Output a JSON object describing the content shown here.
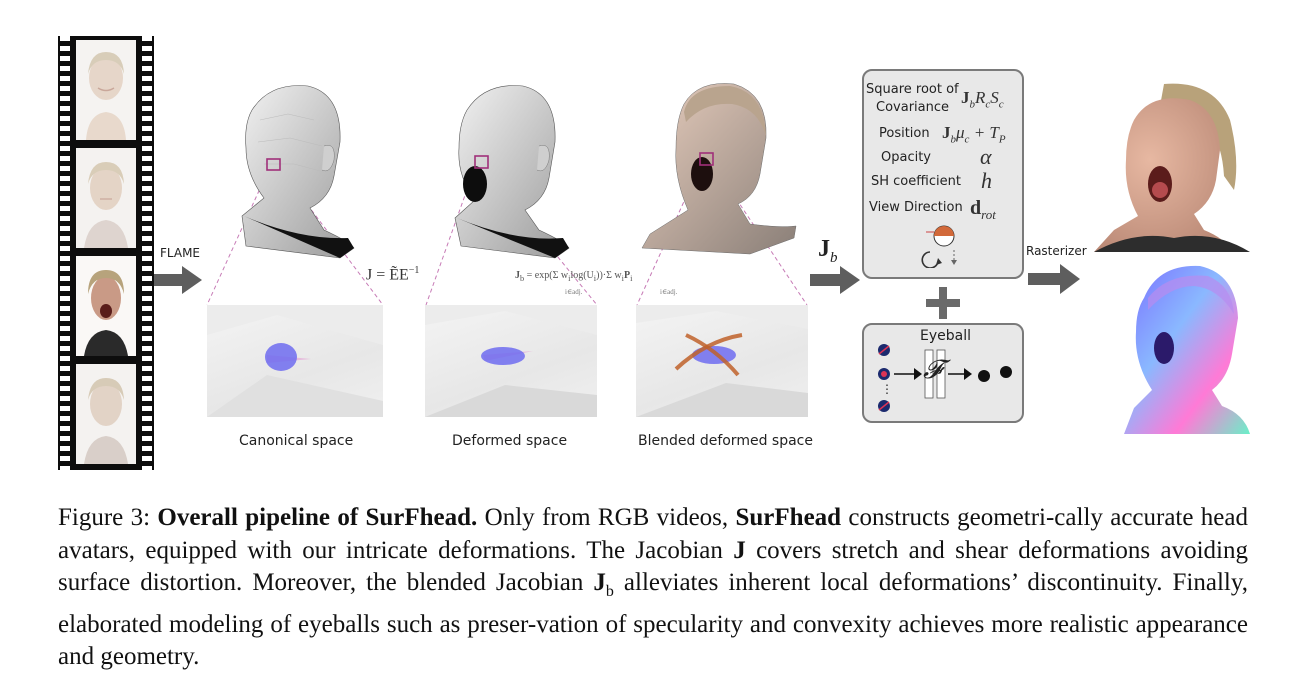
{
  "pipeline": {
    "flame_label": "FLAME",
    "jacobian_label": "J",
    "jacobian_sub": "b",
    "rasterizer_label": "Rasterizer",
    "eq_canonical": "J = ẼE",
    "eq_canonical_sup": "−1",
    "eq_blended": "J",
    "eq_blended_sub": "b",
    "eq_blended_rest": " = exp(Σ w",
    "eq_blended_log": "log(U",
    "eq_blended_close": "))·Σ w",
    "eq_blended_p": "P",
    "eq_sum_sub1": "i∈adj.",
    "eq_sum_sub2": "i∈adj.",
    "panel_captions": [
      "Canonical space",
      "Deformed space",
      "Blended deformed space"
    ],
    "attributes": [
      {
        "name": "Square root of",
        "name2": "Covariance",
        "math": "J",
        "math_sub": "b",
        "math_rest": "R",
        "math_rest_sub": "c",
        "math_rest2": "S",
        "math_rest2_sub": "c"
      },
      {
        "name": "Position",
        "math": "J",
        "math_sub": "b",
        "math_rest": "μ",
        "math_rest_sub": "c",
        "math_rest2": " + T",
        "math_rest2_sub": "P"
      },
      {
        "name": "Opacity",
        "math": "α"
      },
      {
        "name": "SH coefficient",
        "math": "h"
      },
      {
        "name": "View Direction",
        "math": "d",
        "math_sub": "rot"
      }
    ],
    "eyeball_title": "Eyeball",
    "network_symbol": "𝓕",
    "dots_symbol": "⋮"
  },
  "caption": {
    "prefix": "Figure 3: ",
    "bold_title": "Overall pipeline of SurFhead.",
    "text1": " Only from RGB videos, ",
    "bold_name": "SurFhead",
    "text2": " constructs geometri-cally accurate head avatars, equipped with our intricate deformations. The Jacobian ",
    "bold_J": "J",
    "text3": " covers stretch and shear deformations avoiding surface distortion.  Moreover, the blended Jacobian ",
    "bold_Jb": "J",
    "jb_sub": "b",
    "text4": " alleviates inherent local deformations’ discontinuity. Finally, elaborated modeling of eyeballs such as preser-vation of specularity and convexity achieves more realistic appearance and geometry."
  },
  "colors": {
    "arrow": "#5e5e5e",
    "gaussian": "#6f6cf0",
    "highlight_box": "#a0307a",
    "dashed_line": "#c77bb6",
    "orange_band": "#c0622a"
  }
}
